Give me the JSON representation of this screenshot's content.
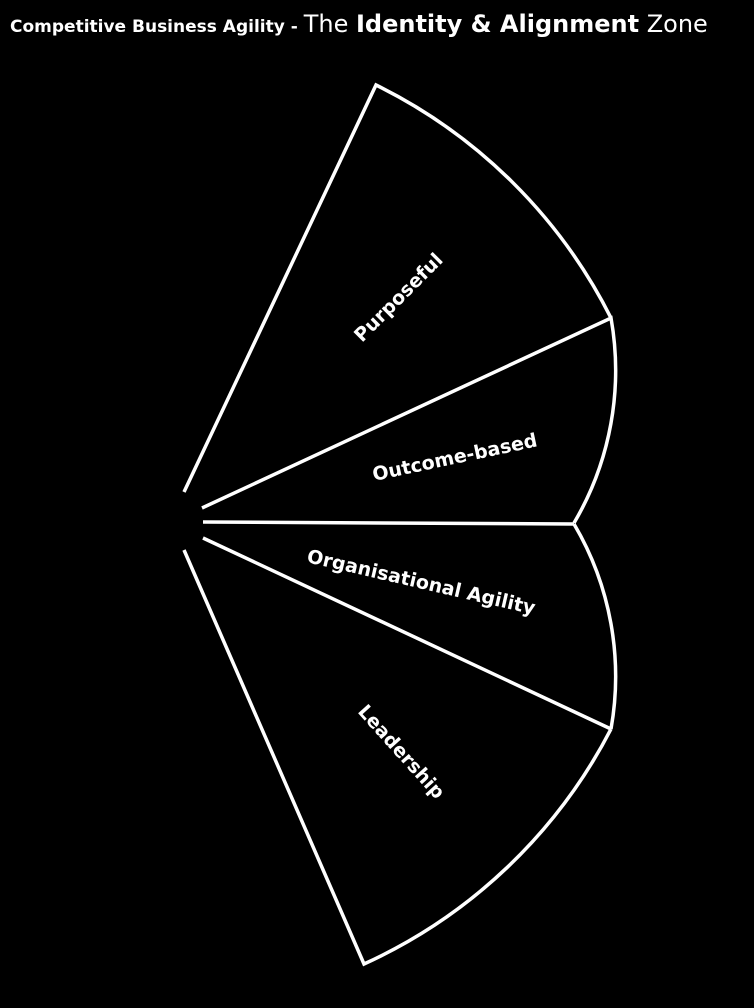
{
  "title": {
    "prefix": "Competitive Business Agility - ",
    "the": "The ",
    "emphasis": "Identity & Alignment",
    "suffix": " Zone"
  },
  "colors": {
    "background": "#000000",
    "stroke": "#ffffff",
    "text": "#ffffff"
  },
  "segments": [
    {
      "label": "Purposeful"
    },
    {
      "label": "Outcome-based"
    },
    {
      "label": "Organisational Agility"
    },
    {
      "label": "Leadership"
    }
  ]
}
